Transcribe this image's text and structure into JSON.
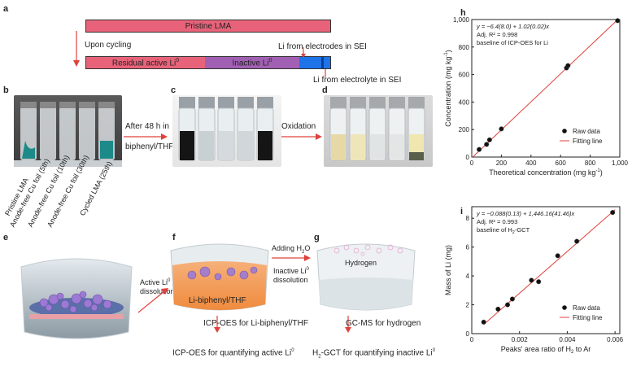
{
  "panel_a": {
    "label": "a",
    "pristine": "Pristine LMA",
    "upon_cycling": "Upon cycling",
    "residual": "Residual active Li",
    "residual_sup": "0",
    "inactive": "Inactive Li",
    "inactive_sup": "0",
    "li_electrodes": "Li from electrodes in SEI",
    "li_electrolyte": "Li from electrolyte in SEI",
    "colors": {
      "pristine": "#e8637a",
      "residual": "#e8637a",
      "inactive": "#a160b3",
      "sei": "#1e73e8"
    }
  },
  "panel_b": {
    "label": "b",
    "vials": [
      "Pristine LMA",
      "Anode-free Cu foil (5th)",
      "Anode-free Cu foil (10th)",
      "Anode-free Cu foil (30th)",
      "Cycled LMA (25th)"
    ]
  },
  "panel_c": {
    "label": "c",
    "arrow_text_1": "After 48 h in",
    "arrow_text_2": "biphenyl/THF"
  },
  "panel_d": {
    "label": "d",
    "arrow_text": "Oxidation"
  },
  "panel_e": {
    "label": "e",
    "arrow_text_1": "Active Li",
    "arrow_text_sup": "0",
    "arrow_text_2": "dissolution"
  },
  "panel_f": {
    "label": "f",
    "solution_label": "Li-biphenyl/THF",
    "method_text": "ICP-OES for Li-biphenyl/THF",
    "result_text": "ICP-OES for quantifying active Li",
    "result_sup": "0"
  },
  "panel_g": {
    "label": "g",
    "adding_text": "Adding H",
    "adding_sub": "2",
    "adding_text_end": "O",
    "inactive_text_1": "Inactive Li",
    "inactive_sup": "0",
    "inactive_text_2": "dissolution",
    "hydrogen_label": "Hydrogen",
    "method_text": "GC-MS for hydrogen",
    "result_prefix": "H",
    "result_sub": "2",
    "result_text": "-GCT for quantifying inactive Li",
    "result_sup": "0"
  },
  "chart_data": [
    {
      "panel": "h",
      "type": "scatter",
      "xlabel": "Theoretical concentration (mg kg",
      "xlabel_sup": "-1",
      "xlabel_end": ")",
      "ylabel": "Concentration (mg kg",
      "ylabel_sup": "-1",
      "ylabel_end": ")",
      "xlim": [
        0,
        1000
      ],
      "ylim": [
        0,
        1000
      ],
      "xticks": [
        0,
        200,
        400,
        600,
        800,
        1000
      ],
      "xtick_labels": [
        "0",
        "200",
        "400",
        "600",
        "800",
        "1,000"
      ],
      "yticks": [
        0,
        200,
        400,
        600,
        800,
        1000
      ],
      "ytick_labels": [
        "0",
        "200",
        "400",
        "600",
        "800",
        "1,000"
      ],
      "equation_line1": "y = −6.4(8.0) + 1.02(0.02)x",
      "equation_line2": "Adj. R² = 0.998",
      "equation_line3": "baseline of ICP-OES for Li",
      "legend": [
        "Raw data",
        "Fitting line"
      ],
      "legend_position": "bottom-right",
      "series": [
        {
          "name": "Raw data",
          "x": [
            50,
            100,
            120,
            200,
            640,
            650,
            985
          ],
          "y": [
            55,
            92,
            125,
            205,
            648,
            665,
            992
          ]
        },
        {
          "name": "Fitting line",
          "x": [
            0,
            1000
          ],
          "y": [
            -6.4,
            1013.6
          ]
        }
      ],
      "colors": {
        "points": "#111111",
        "line": "#e0413c"
      }
    },
    {
      "panel": "i",
      "type": "scatter",
      "xlabel": "Peaks' area ratio of H",
      "xlabel_sub": "2",
      "xlabel_end": " to Ar",
      "ylabel": "Mass of Li (mg)",
      "xlim": [
        0,
        0.0062
      ],
      "ylim": [
        0,
        8.8
      ],
      "xticks": [
        0,
        0.002,
        0.004,
        0.006
      ],
      "xtick_labels": [
        "0",
        "0.002",
        "0.004",
        "0.006"
      ],
      "yticks": [
        0,
        2,
        4,
        6,
        8
      ],
      "ytick_labels": [
        "0",
        "2",
        "4",
        "6",
        "8"
      ],
      "equation_line1": "y = −0.088(0.13) + 1,446.16(41.46)x",
      "equation_line2": "Adj. R² = 0.993",
      "equation_line3_prefix": "baseline of H",
      "equation_line3_sub": "2",
      "equation_line3_end": "-GCT",
      "legend": [
        "Raw data",
        "Fitting line"
      ],
      "legend_position": "bottom-right",
      "series": [
        {
          "name": "Raw data",
          "x": [
            0.0005,
            0.0011,
            0.0015,
            0.0017,
            0.0025,
            0.0028,
            0.0036,
            0.0044,
            0.0059
          ],
          "y": [
            0.8,
            1.7,
            2.0,
            2.4,
            3.7,
            3.6,
            5.4,
            6.4,
            8.4
          ]
        },
        {
          "name": "Fitting line",
          "x": [
            0.0005,
            0.006
          ],
          "y": [
            0.635,
            8.589
          ]
        }
      ],
      "colors": {
        "points": "#111111",
        "line": "#e0413c"
      }
    }
  ]
}
